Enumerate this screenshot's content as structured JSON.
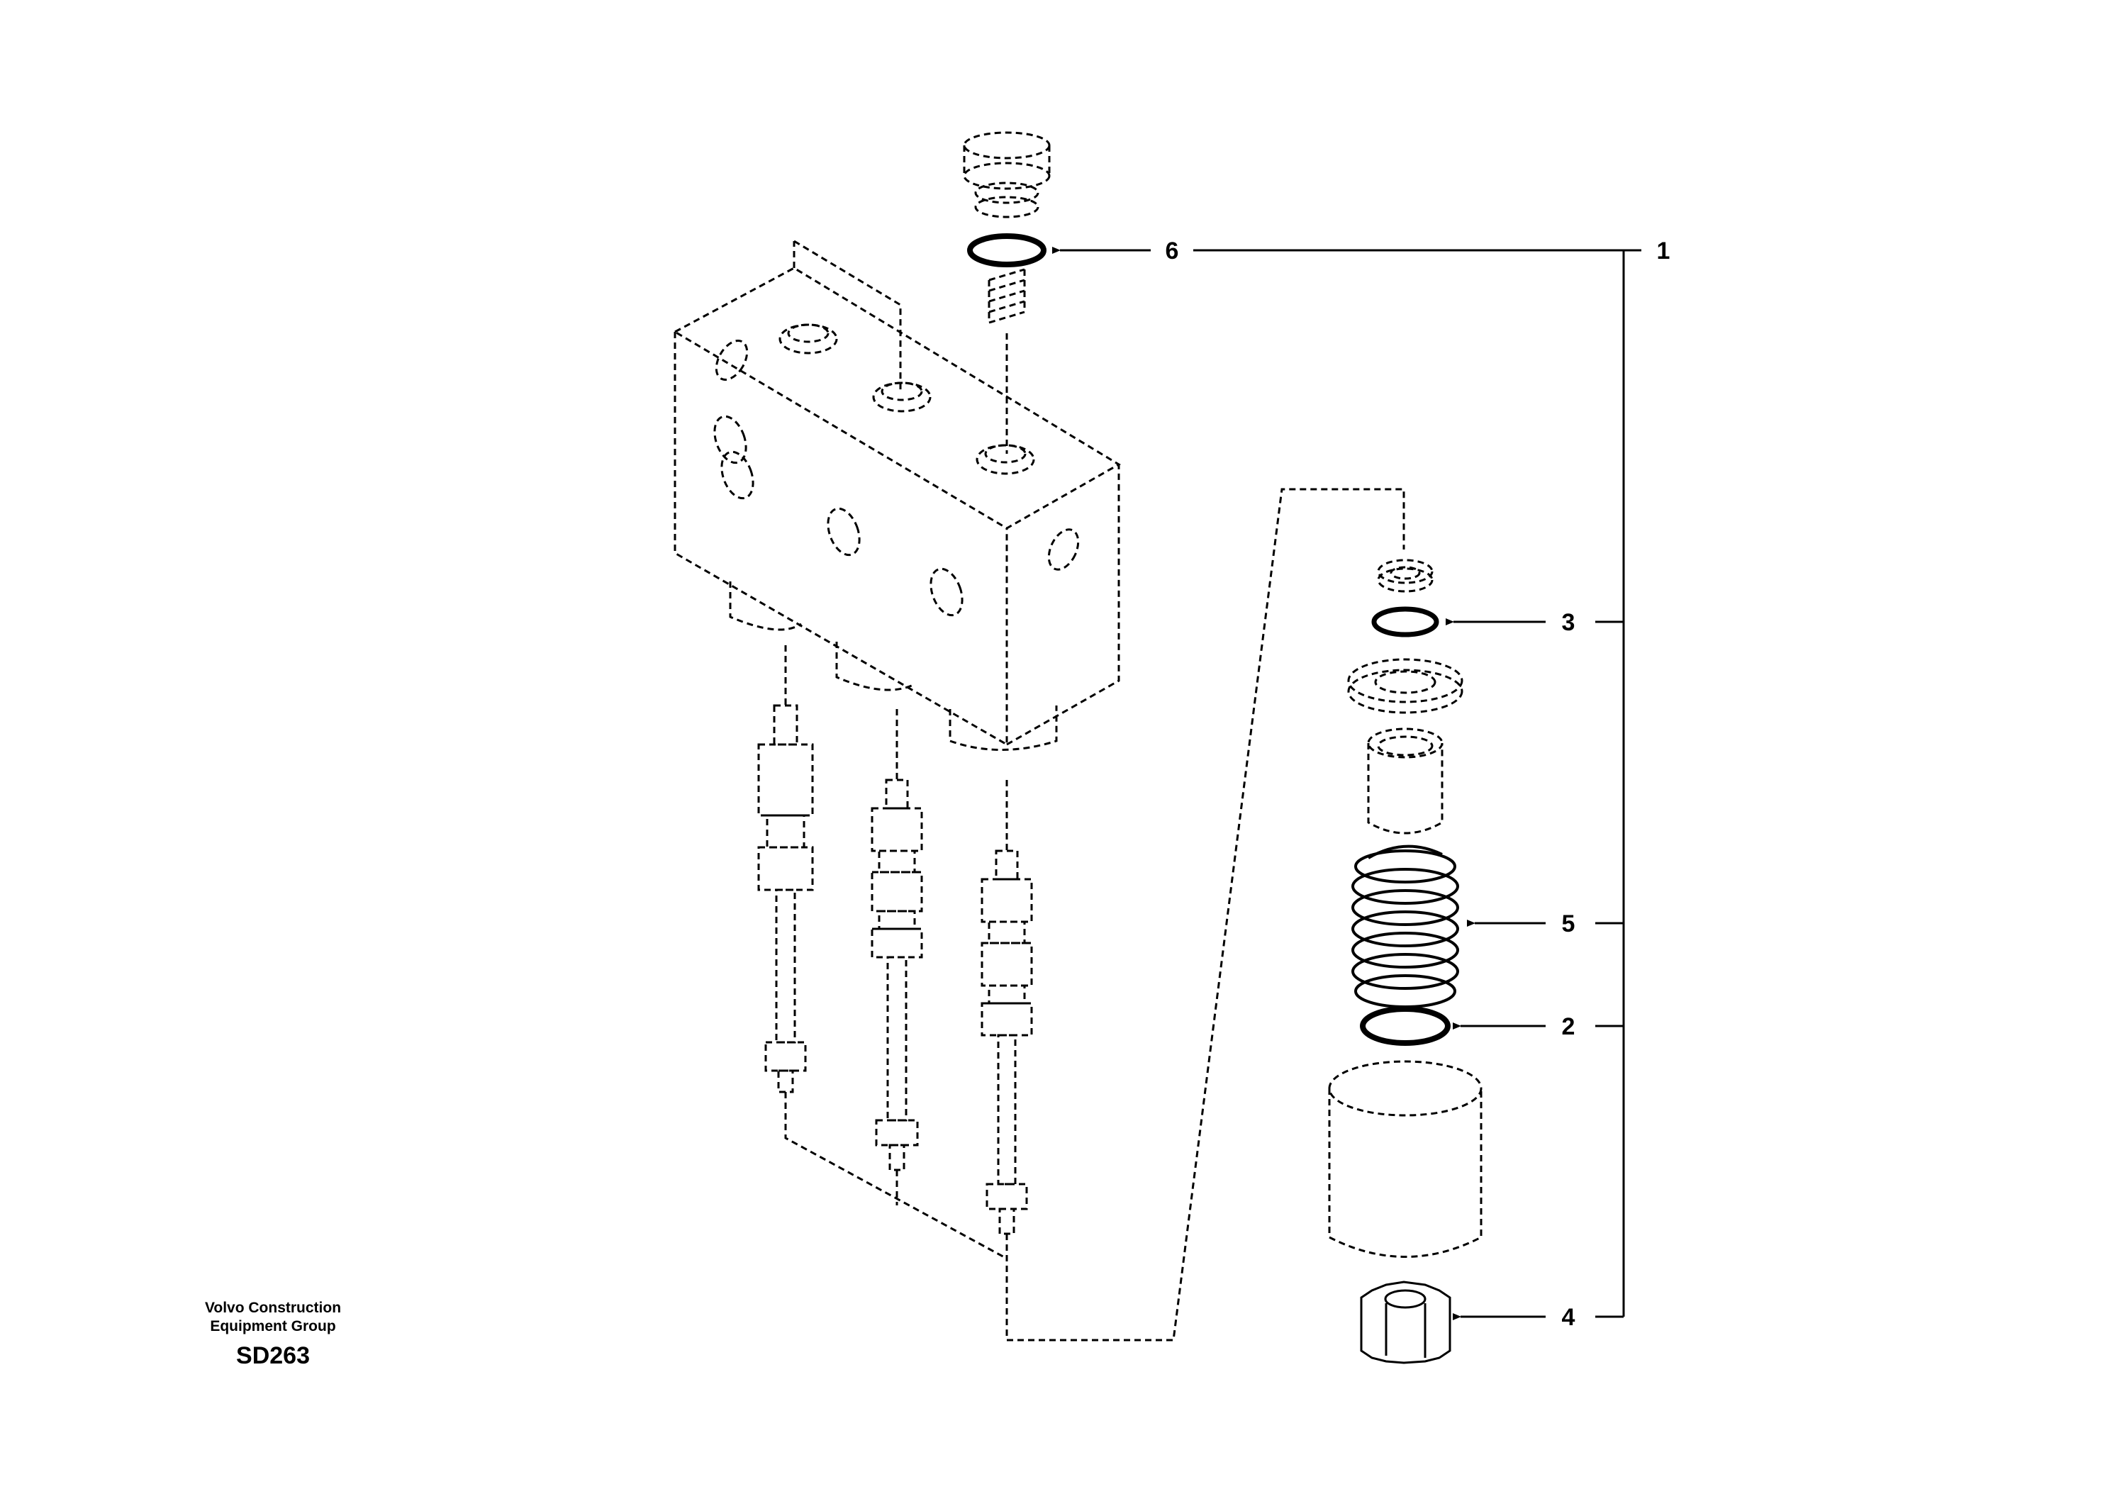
{
  "credit": {
    "line1": "Volvo Construction",
    "line2": "Equipment Group",
    "code": "SD263"
  },
  "callouts": [
    {
      "id": "6",
      "label": "6"
    },
    {
      "id": "1",
      "label": "1"
    },
    {
      "id": "3",
      "label": "3"
    },
    {
      "id": "5",
      "label": "5"
    },
    {
      "id": "2",
      "label": "2"
    },
    {
      "id": "4",
      "label": "4"
    }
  ],
  "colors": {
    "line": "#000000",
    "background": "#ffffff"
  }
}
